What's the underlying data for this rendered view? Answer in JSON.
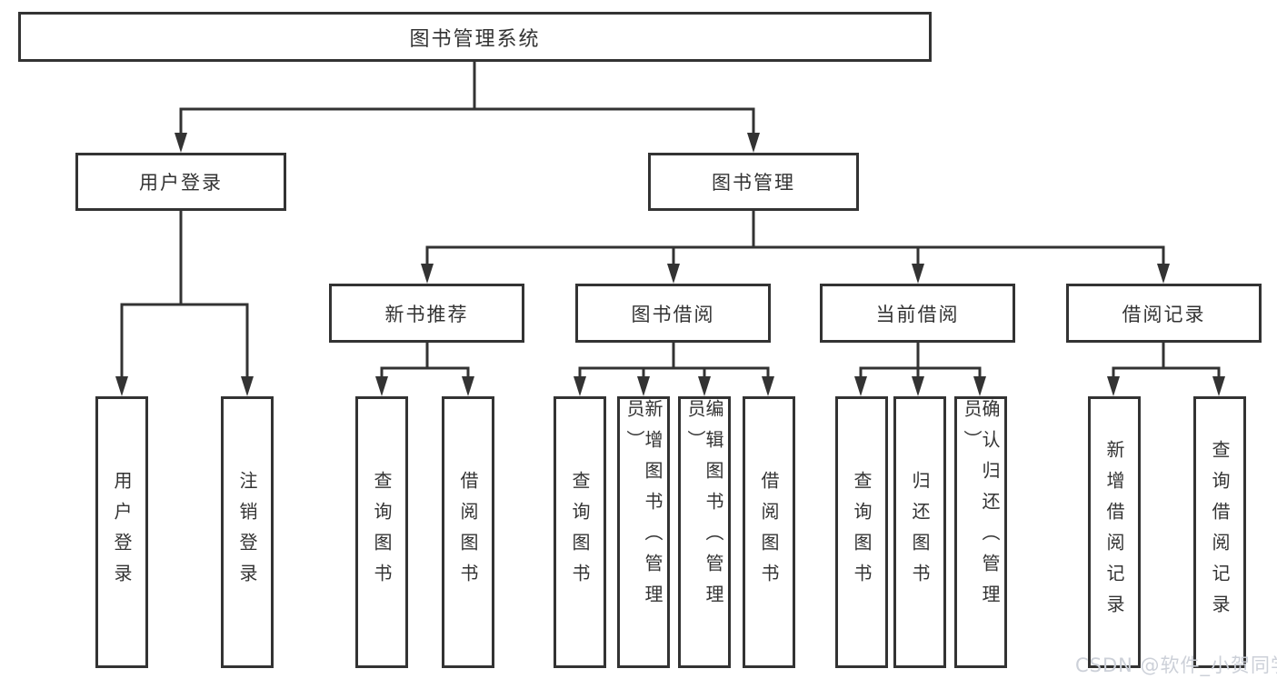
{
  "nodes": {
    "root": "图书管理系统",
    "l2": [
      "用户登录",
      "图书管理"
    ],
    "l3": [
      "新书推荐",
      "图书借阅",
      "当前借阅",
      "借阅记录"
    ],
    "leaves": [
      "用户登录",
      "注销登录",
      "查询图书",
      "借阅图书",
      "查询图书",
      "新增图书（管理员）",
      "编辑图书（管理员）",
      "借阅图书",
      "查询图书",
      "归还图书",
      "确认归还（管理员）",
      "新增借阅记录",
      "查询借阅记录"
    ]
  },
  "hierarchy": {
    "root": "图书管理系统",
    "branches": [
      {
        "label": "用户登录",
        "children": [
          "用户登录",
          "注销登录"
        ]
      },
      {
        "label": "图书管理",
        "children_groups": [
          {
            "label": "新书推荐",
            "children": [
              "查询图书",
              "借阅图书"
            ]
          },
          {
            "label": "图书借阅",
            "children": [
              "查询图书",
              "新增图书（管理员）",
              "编辑图书（管理员）",
              "借阅图书"
            ]
          },
          {
            "label": "当前借阅",
            "children": [
              "查询图书",
              "归还图书",
              "确认归还（管理员）"
            ]
          },
          {
            "label": "借阅记录",
            "children": [
              "新增借阅记录",
              "查询借阅记录"
            ]
          }
        ]
      }
    ]
  },
  "watermark": {
    "text": "CSDN @软件_小贺同学"
  },
  "colors": {
    "line": "#333333",
    "box_border": "#333333",
    "text": "#333333",
    "background": "#ffffff",
    "watermark": "#ccd0d8"
  }
}
